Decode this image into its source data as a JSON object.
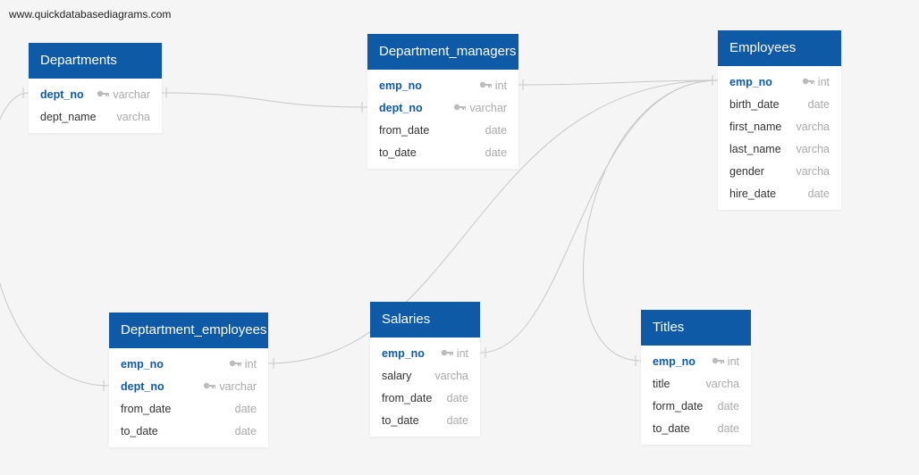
{
  "watermark": "www.quickdatabasediagrams.com",
  "colors": {
    "header": "#0e5aa7",
    "pk_text": "#0e5aa7",
    "line": "#c8c8c8",
    "type_text": "#aaaaaa"
  },
  "tables": {
    "departments": {
      "name": "Departments",
      "fields": [
        {
          "name": "dept_no",
          "type": "varchar",
          "pk": true
        },
        {
          "name": "dept_name",
          "type": "varcha",
          "pk": false
        }
      ]
    },
    "department_managers": {
      "name": "Department_managers",
      "fields": [
        {
          "name": "emp_no",
          "type": "int",
          "pk": true
        },
        {
          "name": "dept_no",
          "type": "varchar",
          "pk": true
        },
        {
          "name": "from_date",
          "type": "date",
          "pk": false
        },
        {
          "name": "to_date",
          "type": "date",
          "pk": false
        }
      ]
    },
    "employees": {
      "name": "Employees",
      "fields": [
        {
          "name": "emp_no",
          "type": "int",
          "pk": true
        },
        {
          "name": "birth_date",
          "type": "date",
          "pk": false
        },
        {
          "name": "first_name",
          "type": "varcha",
          "pk": false
        },
        {
          "name": "last_name",
          "type": "varcha",
          "pk": false
        },
        {
          "name": "gender",
          "type": "varcha",
          "pk": false
        },
        {
          "name": "hire_date",
          "type": "date",
          "pk": false
        }
      ]
    },
    "department_employees": {
      "name": "Deptartment_employees",
      "fields": [
        {
          "name": "emp_no",
          "type": "int",
          "pk": true
        },
        {
          "name": "dept_no",
          "type": "varchar",
          "pk": true
        },
        {
          "name": "from_date",
          "type": "date",
          "pk": false
        },
        {
          "name": "to_date",
          "type": "date",
          "pk": false
        }
      ]
    },
    "salaries": {
      "name": "Salaries",
      "fields": [
        {
          "name": "emp_no",
          "type": "int",
          "pk": true
        },
        {
          "name": "salary",
          "type": "varcha",
          "pk": false
        },
        {
          "name": "from_date",
          "type": "date",
          "pk": false
        },
        {
          "name": "to_date",
          "type": "date",
          "pk": false
        }
      ]
    },
    "titles": {
      "name": "Titles",
      "fields": [
        {
          "name": "emp_no",
          "type": "int",
          "pk": true
        },
        {
          "name": "title",
          "type": "varcha",
          "pk": false
        },
        {
          "name": "form_date",
          "type": "date",
          "pk": false
        },
        {
          "name": "to_date",
          "type": "date",
          "pk": false
        }
      ]
    }
  }
}
